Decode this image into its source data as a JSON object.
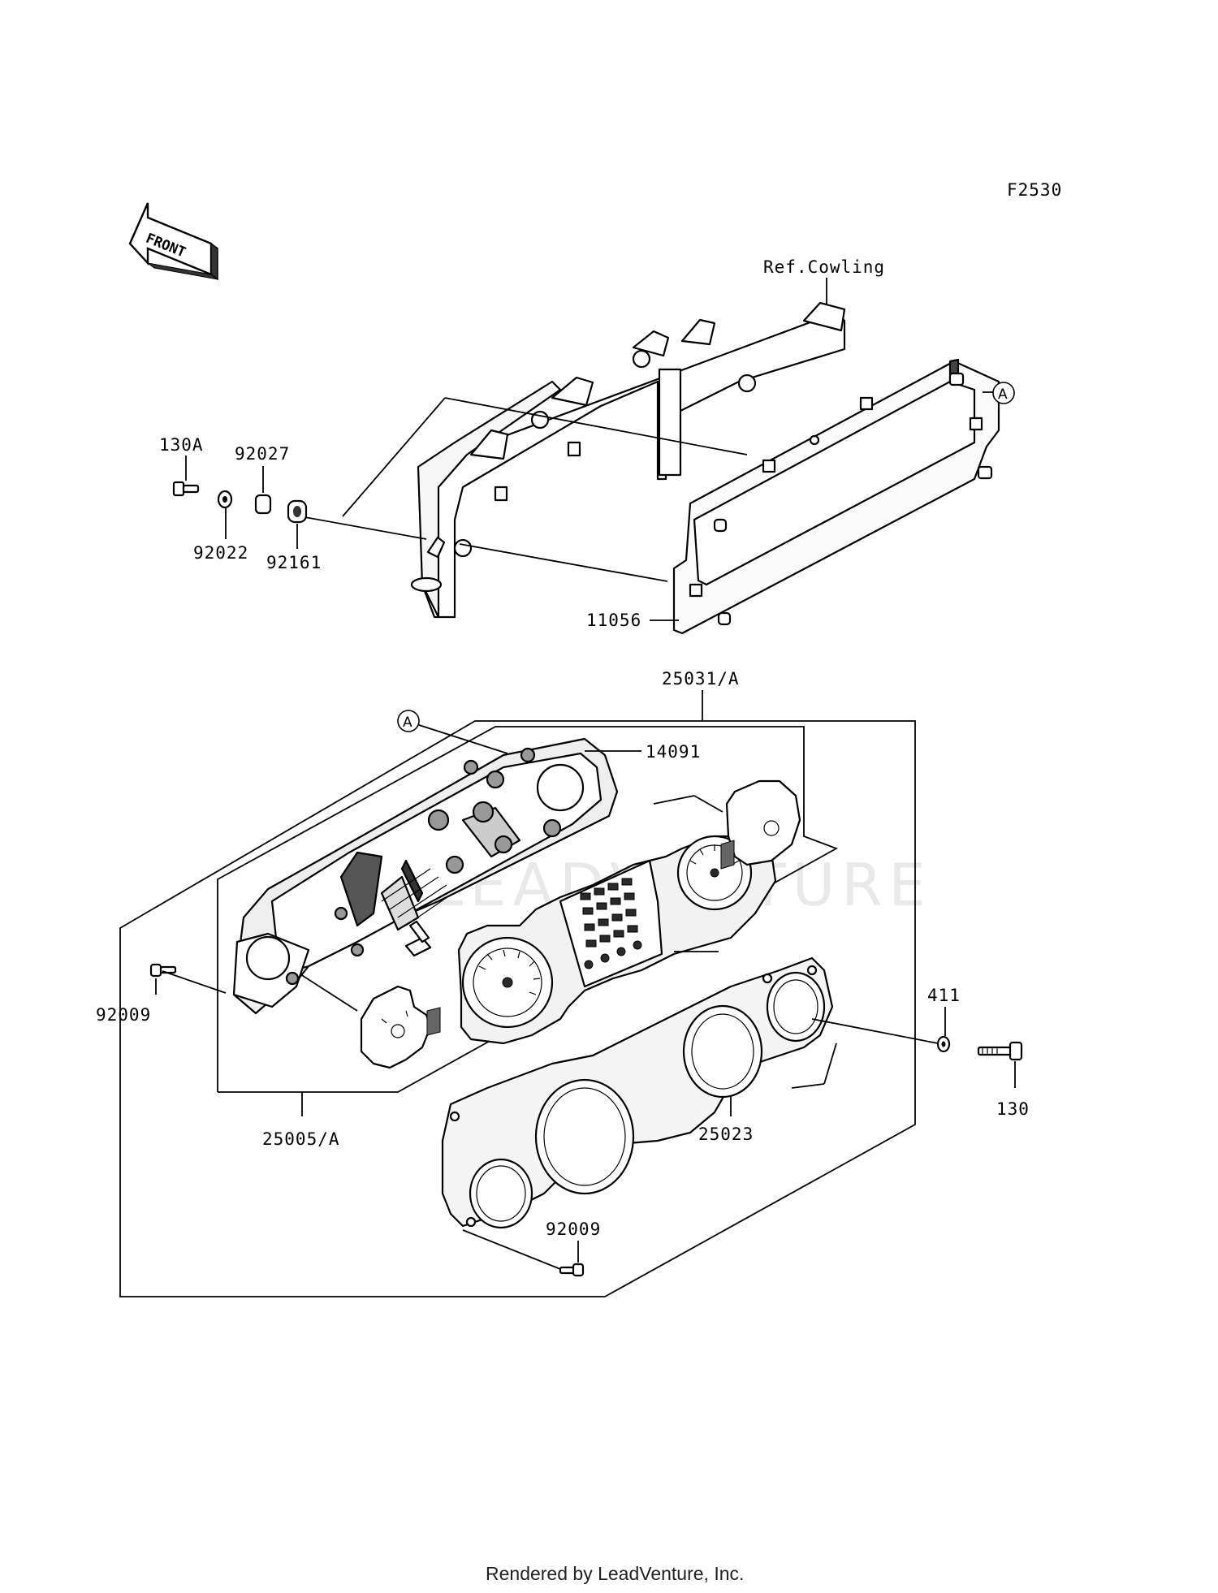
{
  "figure_id": "F2530",
  "front_label": "FRONT",
  "ref_label": "Ref.Cowling",
  "callout_letter": "A",
  "parts": {
    "p130A": "130A",
    "p92027": "92027",
    "p92022": "92022",
    "p92161": "92161",
    "p11056": "11056",
    "p25031A": "25031/A",
    "p14091": "14091",
    "p92009_left": "92009",
    "p411": "411",
    "p130": "130",
    "p25005A": "25005/A",
    "p25023": "25023",
    "p92009_bottom": "92009"
  },
  "footer": "Rendered by LeadVenture, Inc."
}
